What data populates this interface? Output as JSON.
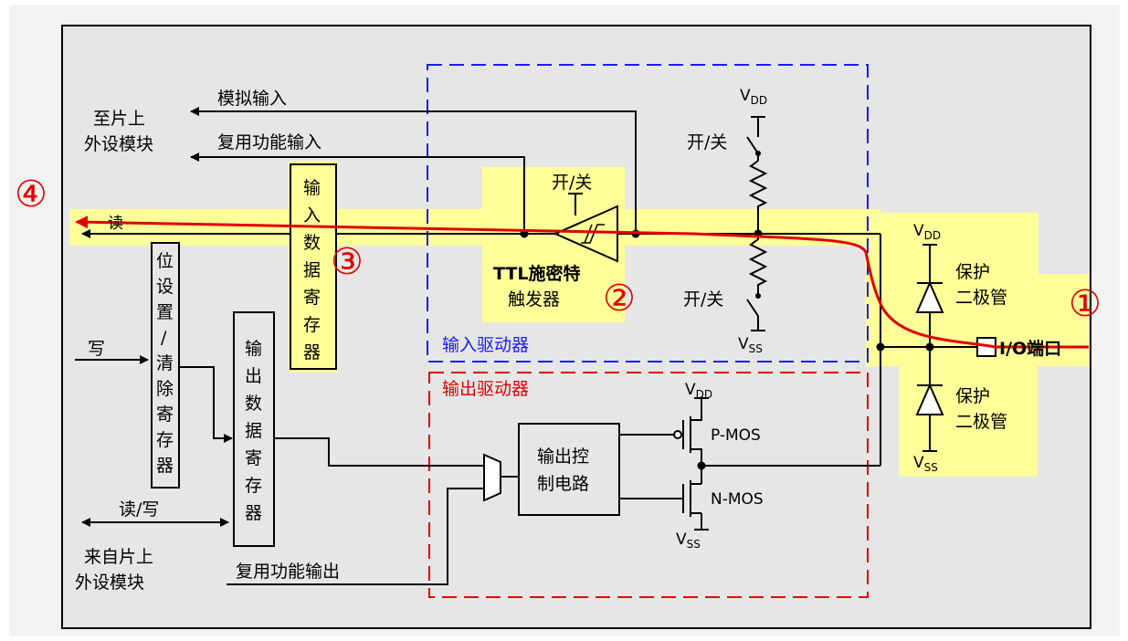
{
  "labels": {
    "analog_input": "模拟输入",
    "to_onchip_peripheral": [
      "至片上",
      "外设模块"
    ],
    "alt_func_input": "复用功能输入",
    "read": "读",
    "write": "写",
    "read_write": "读/写",
    "from_onchip_peripheral": [
      "来自片上",
      "外设模块"
    ],
    "alt_func_output": "复用功能输出",
    "input_data_register": [
      "输",
      "入",
      "数",
      "据",
      "寄",
      "存",
      "器"
    ],
    "bit_set_clear_register": [
      "位",
      "设",
      "置",
      "/",
      "清",
      "除",
      "寄",
      "存",
      "器"
    ],
    "output_data_register": [
      "输",
      "出",
      "数",
      "据",
      "寄",
      "存",
      "器"
    ],
    "onoff": "开/关",
    "ttl_schmitt": [
      "TTL施密特",
      "触发器"
    ],
    "input_driver": "输入驱动器",
    "output_driver": "输出驱动器",
    "output_control": [
      "输出控",
      "制电路"
    ],
    "vdd_main": "V",
    "vdd_sub": "DD",
    "vss_main": "V",
    "vss_sub": "SS",
    "pmos": "P-MOS",
    "nmos": "N-MOS",
    "protect_diode": [
      "保护",
      "二极管"
    ],
    "io_port": "I/O端口"
  },
  "markers": {
    "m1": "①",
    "m2": "②",
    "m3": "③",
    "m4": "④"
  },
  "colors": {
    "highlight": "#ffff99",
    "panel": "#e6e6e6",
    "path": "#e00000",
    "input_box": "#1a1aff",
    "output_box": "#e00000"
  }
}
